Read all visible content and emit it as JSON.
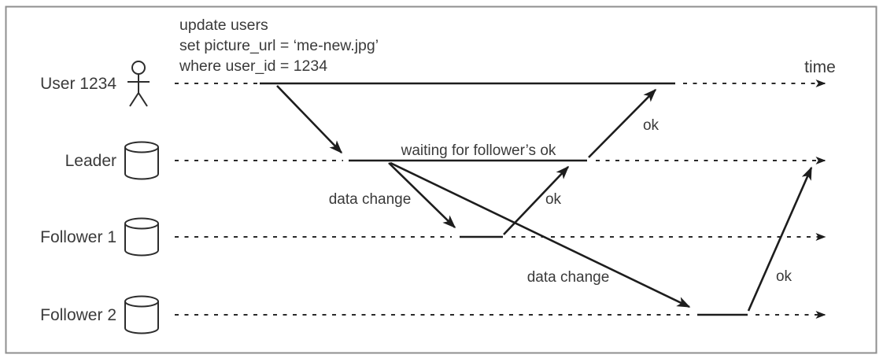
{
  "frame": {
    "background": "#ffffff",
    "border_color": "#8f8f8f"
  },
  "colors": {
    "line": "#1d1d1d",
    "text": "#3a3a3a"
  },
  "query_annotation": {
    "line1": "update users",
    "line2": "set picture_url = ‘me-new.jpg’",
    "line3": "where user_id = 1234"
  },
  "time_label": "time",
  "lanes": [
    {
      "label": "User 1234",
      "icon": "person-icon"
    },
    {
      "label": "Leader",
      "icon": "database-cylinder-icon"
    },
    {
      "label": "Follower 1",
      "icon": "database-cylinder-icon"
    },
    {
      "label": "Follower 2",
      "icon": "database-cylinder-icon"
    }
  ],
  "messages": [
    {
      "from": "User 1234",
      "to": "Leader",
      "label": ""
    },
    {
      "from": "Leader",
      "to": "Follower 1",
      "label": "data change"
    },
    {
      "from": "Leader",
      "to": "Follower 2",
      "label": "data change"
    },
    {
      "from": "Follower 1",
      "to": "Leader",
      "label": "ok"
    },
    {
      "from": "Leader",
      "to": "User 1234",
      "label": "ok"
    },
    {
      "from": "Follower 2",
      "to": "Leader",
      "label": "ok"
    }
  ],
  "state_annotations": [
    {
      "on": "Leader",
      "label": "waiting for follower’s ok"
    }
  ]
}
